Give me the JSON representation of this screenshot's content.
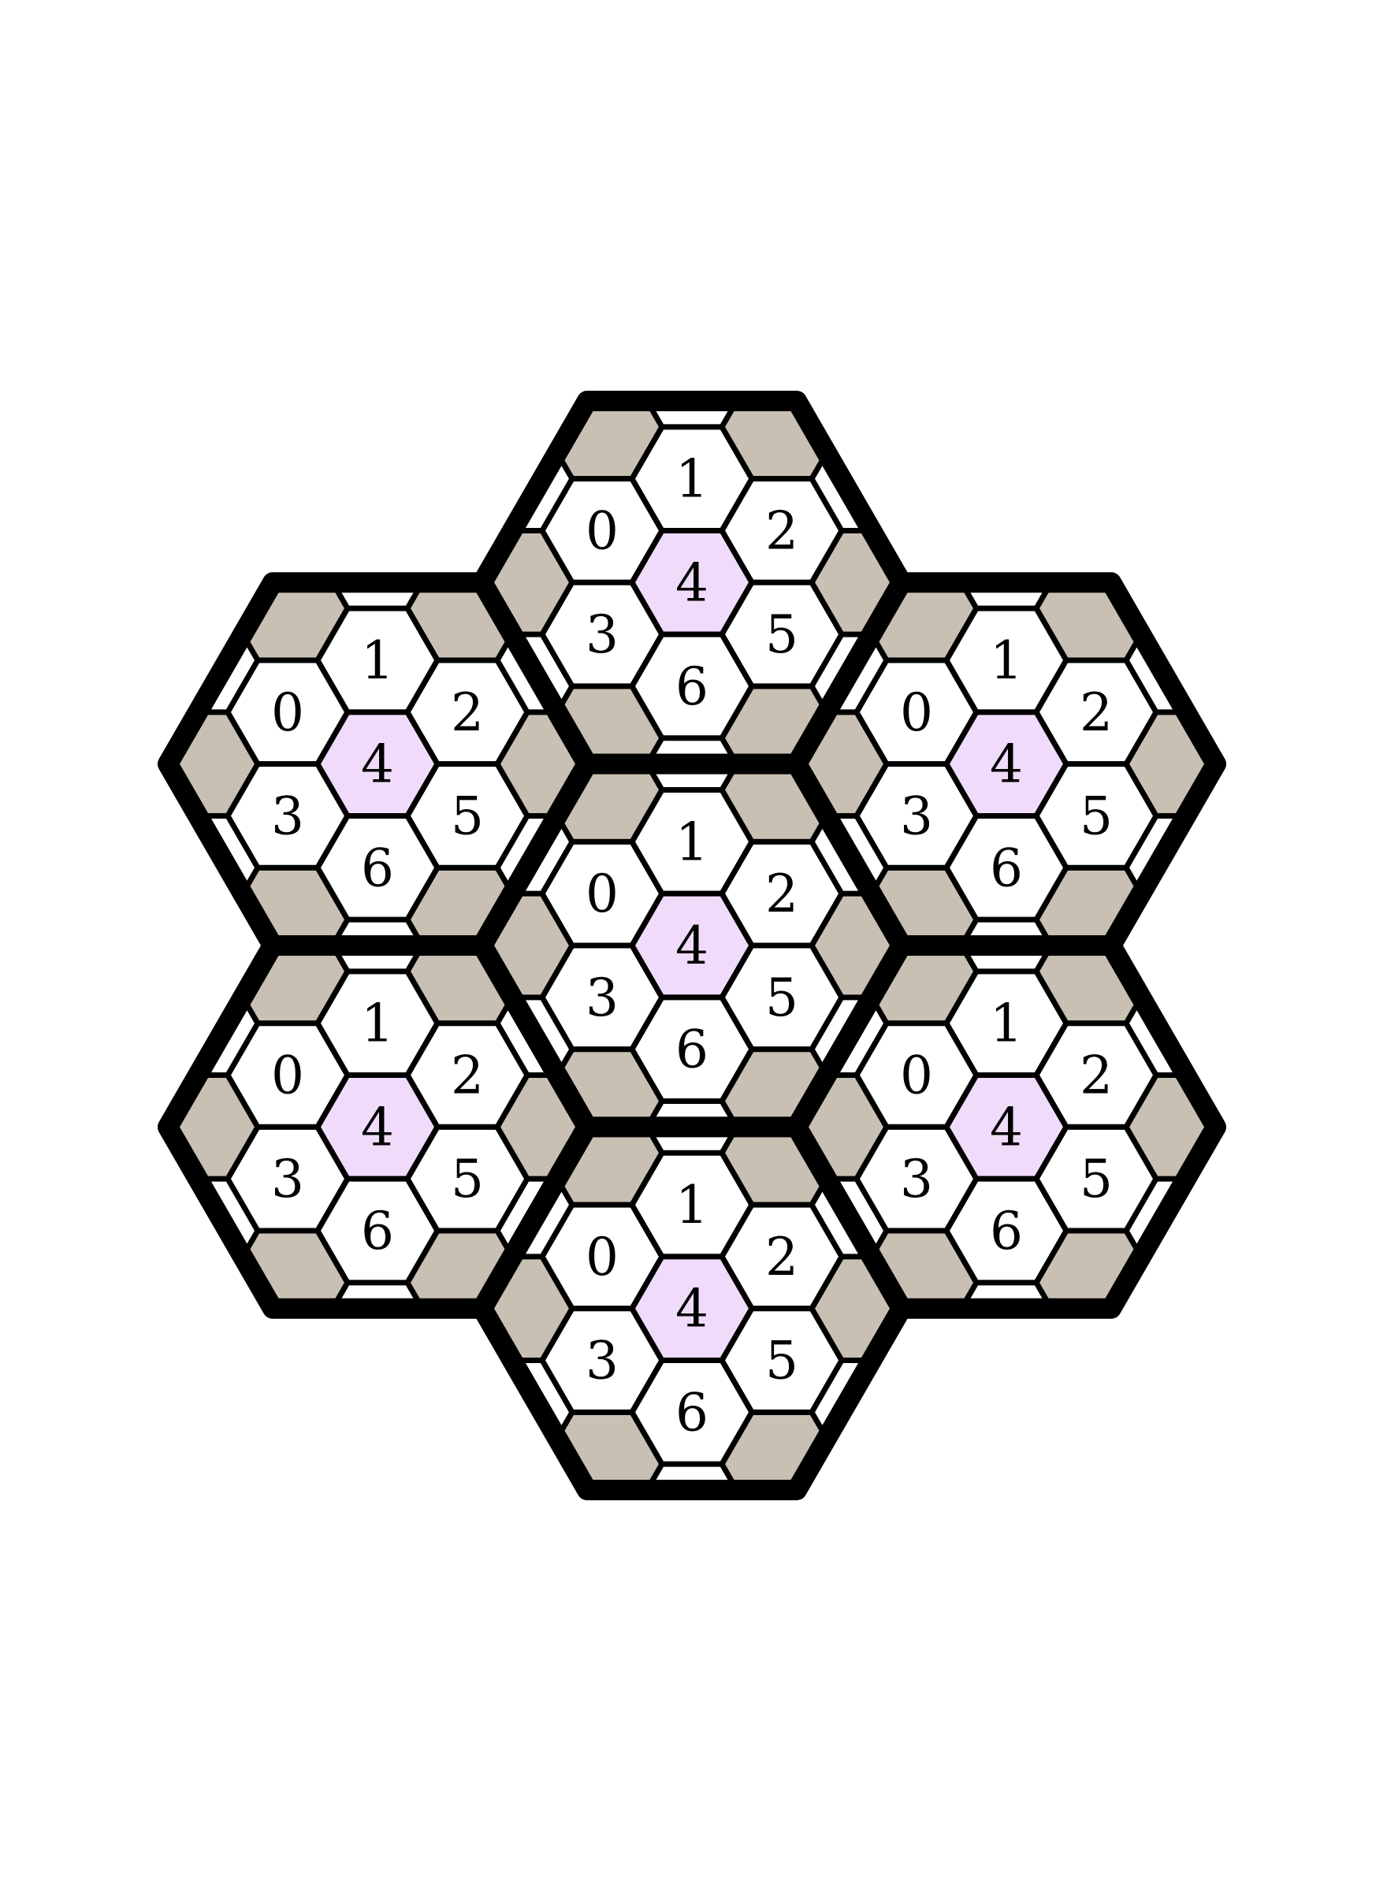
{
  "colors": {
    "background": "#ffffff",
    "frame": "#000000",
    "cell_fill": "#ffffff",
    "center_cell_fill": "#f0dcfa",
    "filler_fill": "#c8c0b2",
    "text": "#000000"
  },
  "cell_labels": [
    "0",
    "1",
    "2",
    "3",
    "4",
    "5",
    "6"
  ],
  "center_cell": "4",
  "blocks": [
    {
      "name": "top",
      "cells": [
        "0",
        "1",
        "2",
        "3",
        "4",
        "5",
        "6"
      ]
    },
    {
      "name": "upper-left",
      "cells": [
        "0",
        "1",
        "2",
        "3",
        "4",
        "5",
        "6"
      ]
    },
    {
      "name": "upper-right",
      "cells": [
        "0",
        "1",
        "2",
        "3",
        "4",
        "5",
        "6"
      ]
    },
    {
      "name": "center",
      "cells": [
        "0",
        "1",
        "2",
        "3",
        "4",
        "5",
        "6"
      ]
    },
    {
      "name": "lower-left",
      "cells": [
        "0",
        "1",
        "2",
        "3",
        "4",
        "5",
        "6"
      ]
    },
    {
      "name": "lower-right",
      "cells": [
        "0",
        "1",
        "2",
        "3",
        "4",
        "5",
        "6"
      ]
    },
    {
      "name": "bottom",
      "cells": [
        "0",
        "1",
        "2",
        "3",
        "4",
        "5",
        "6"
      ]
    }
  ]
}
